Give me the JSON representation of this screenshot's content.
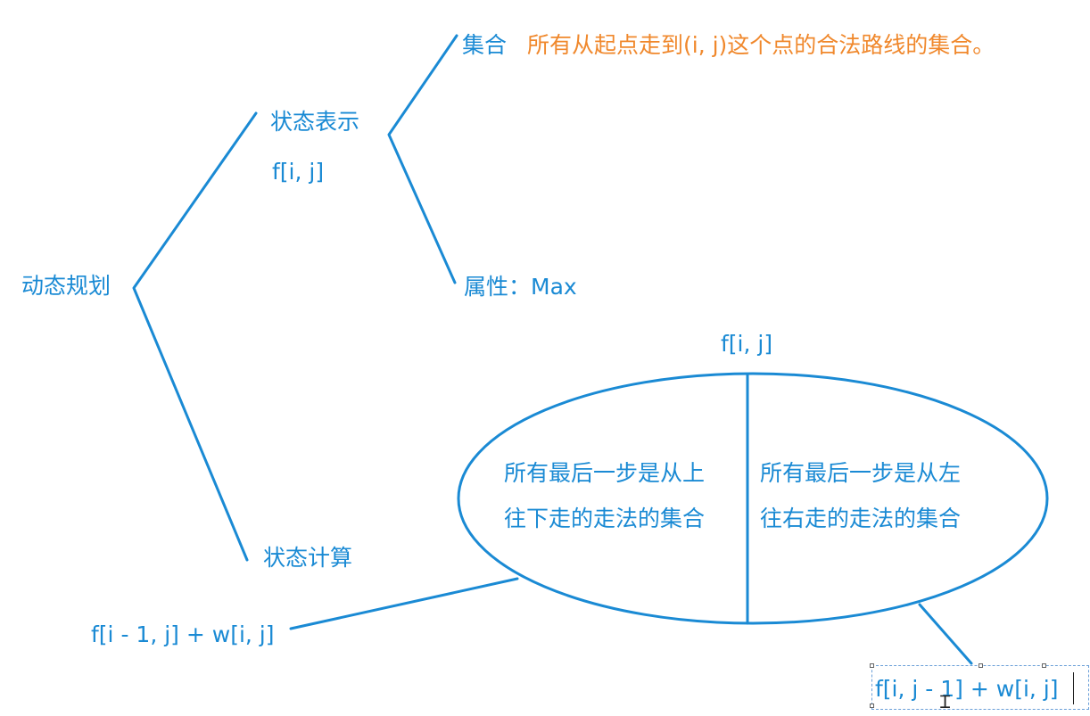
{
  "root": {
    "label": "动态规划"
  },
  "state_representation": {
    "label": "状态表示",
    "notation": "f[i, j]",
    "set_label": "集合",
    "set_description": "所有从起点走到(i, j)这个点的合法路线的集合。",
    "attribute_label": "属性：Max"
  },
  "state_computation": {
    "label": "状态计算",
    "ellipse_title": "f[i, j]",
    "left_part": {
      "line1": "所有最后一步是从上",
      "line2": "往下走的走法的集合",
      "formula": "f[i - 1, j] + w[i, j]"
    },
    "right_part": {
      "line1": "所有最后一步是从左",
      "line2": "往右走的走法的集合",
      "formula": "f[i, j - 1] + w[i, j]"
    }
  },
  "colors": {
    "primary": "#1a8ad4",
    "accent": "#f0882c"
  },
  "icons": {
    "text_cursor": "i-beam-cursor-icon"
  }
}
